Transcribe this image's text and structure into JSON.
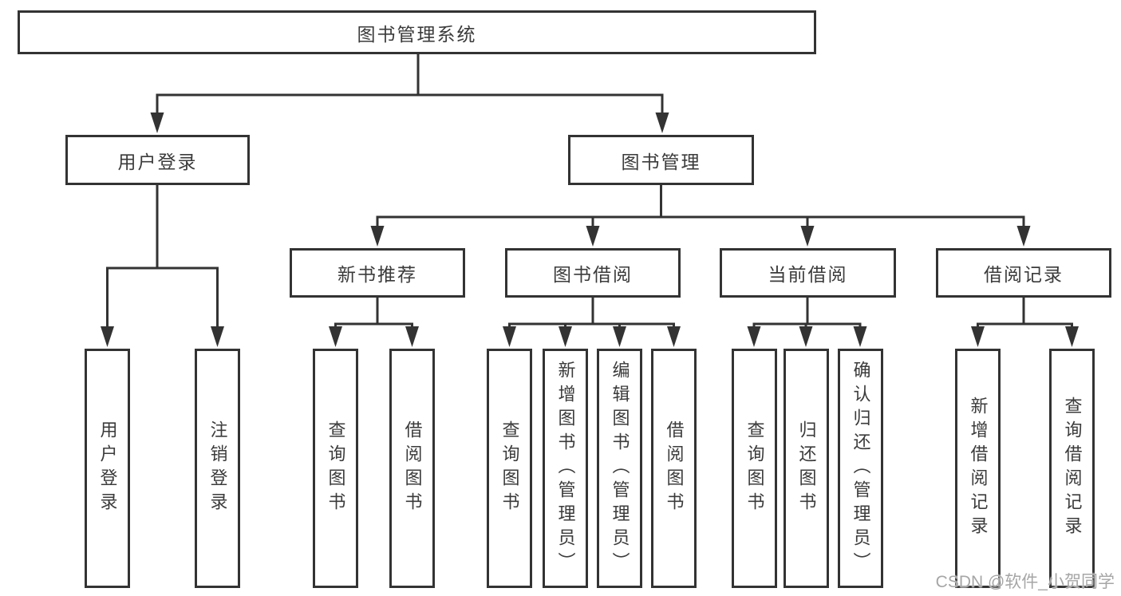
{
  "diagram": {
    "title": "图书管理系统",
    "tree": {
      "label": "图书管理系统",
      "children": [
        {
          "label": "用户登录",
          "children": [
            {
              "label": "用户登录"
            },
            {
              "label": "注销登录"
            }
          ]
        },
        {
          "label": "图书管理",
          "children": [
            {
              "label": "新书推荐",
              "children": [
                {
                  "label": "查询图书"
                },
                {
                  "label": "借阅图书"
                }
              ]
            },
            {
              "label": "图书借阅",
              "children": [
                {
                  "label": "查询图书"
                },
                {
                  "label": "新增图书（管理员）"
                },
                {
                  "label": "编辑图书（管理员）"
                },
                {
                  "label": "借阅图书"
                }
              ]
            },
            {
              "label": "当前借阅",
              "children": [
                {
                  "label": "查询图书"
                },
                {
                  "label": "归还图书"
                },
                {
                  "label": "确认归还（管理员）"
                }
              ]
            },
            {
              "label": "借阅记录",
              "children": [
                {
                  "label": "新增借阅记录"
                },
                {
                  "label": "查询借阅记录"
                }
              ]
            }
          ]
        }
      ]
    }
  },
  "watermark": {
    "text": "CSDN @软件_小贺同学"
  },
  "colors": {
    "line": "#333333",
    "text": "#3b3b3b",
    "background": "#ffffff",
    "watermark": "#a6a6a6"
  }
}
